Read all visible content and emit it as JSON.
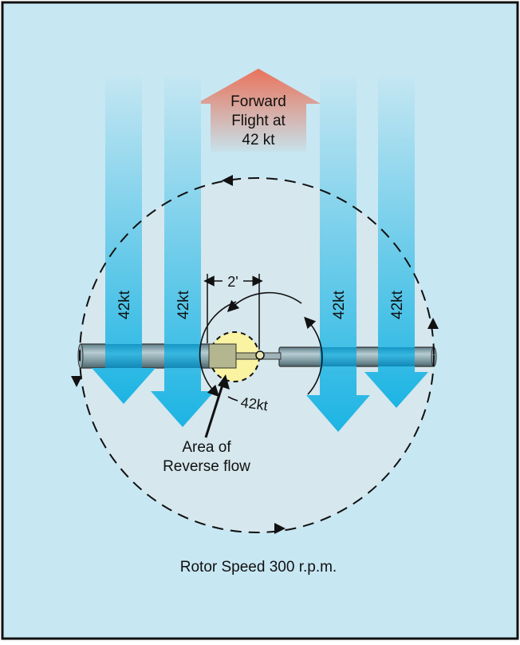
{
  "forward_flight": {
    "line1": "Forward",
    "line2": "Flight at",
    "line3": "42 kt"
  },
  "downwash_arrows": [
    {
      "label": "42kt"
    },
    {
      "label": "42kt"
    },
    {
      "label": "42kt"
    },
    {
      "label": "42kt"
    }
  ],
  "dimension_label": "2'",
  "inner_speed_label": "42kt",
  "reverse_flow_label": {
    "line1": "Area of",
    "line2": "Reverse flow"
  },
  "rotor_speed_label": "Rotor Speed 300 r.p.m.",
  "colors": {
    "background": "#c7e7f3",
    "disc": "#d6e7ee",
    "arrow_top": "#c4e6f2",
    "arrow_bottom": "#1cb4e3",
    "forward_arrow_top": "#e9735b",
    "forward_arrow_bottom": "#c7e1ea",
    "reverse_flow_area": "#f9f3a2",
    "blade": "#7f9aa1",
    "hub_block": "#b3b68e"
  }
}
